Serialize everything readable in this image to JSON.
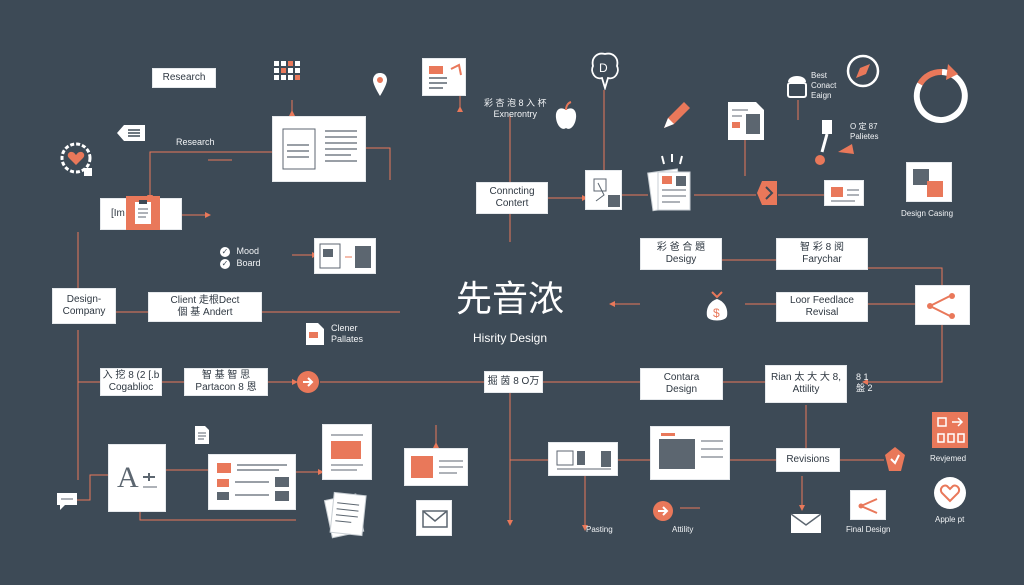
{
  "center": {
    "title": "先音浓",
    "subtitle": "Hisrity Design"
  },
  "left": {
    "research_box": "Research",
    "research_label": "Research",
    "mood_1": "Mood",
    "mood_2": "Board",
    "design_company": [
      "Design-",
      "Company"
    ],
    "client_box": [
      "Client 走根Dect",
      "個 基 Andert"
    ],
    "client_palettes": [
      "Clener",
      "Pallates"
    ],
    "top_left_box": "[Im ict.",
    "cogablioc": [
      "入 挖 8 (2 [.b",
      "Cogablioc"
    ],
    "partacon": [
      "智 基 智 思",
      "Partacon 8 恩"
    ],
    "bottom_center_box": "掘 茵 8 O万"
  },
  "top_center": {
    "emblem_text": [
      "彩 杏 泡 8 入 杯",
      "Exnerontry"
    ],
    "connecting": [
      "Conncting",
      "Contert"
    ]
  },
  "right": {
    "best_contact": [
      "Best",
      "Conact",
      "Eaign"
    ],
    "palettes": [
      "O 定 87",
      "Palietes"
    ],
    "design_casing": "Design Casing",
    "desigy": [
      "彩 爸 合 題",
      "Desigy"
    ],
    "parychar": [
      "智 彩 8 阅",
      "Farychar"
    ],
    "loor_feedback": [
      "Loor Feedlace",
      "Revisal"
    ],
    "contara": [
      "Contara",
      "Design"
    ],
    "rian": [
      "Rian 太 大 大 8,",
      "Attility"
    ],
    "rian_side": [
      "8 1",
      "盤 2"
    ],
    "revisions": "Revisions",
    "reviewed": "Revjemed",
    "apple_pt": "Apple pt",
    "final_design": "Final Design",
    "pasting": "Pasting",
    "activity": "Attility"
  },
  "colors": {
    "background": "#3d4a56",
    "accent": "#e9785a",
    "panel": "#ffffff",
    "line": "#e9785a"
  }
}
